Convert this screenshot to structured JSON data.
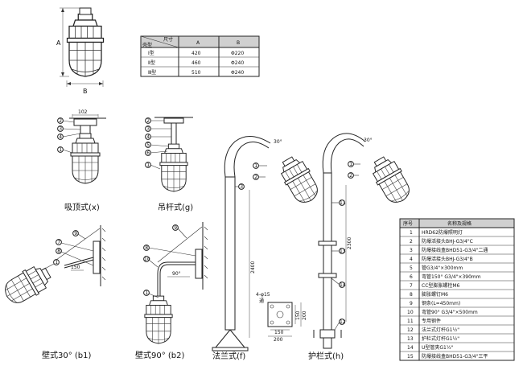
{
  "size_table": {
    "header_type": "壳型",
    "header_size": "尺寸",
    "col_a": "A",
    "col_b": "B",
    "rows": [
      {
        "type": "Ⅰ型",
        "a": "420",
        "b": "Φ220"
      },
      {
        "type": "Ⅱ型",
        "a": "460",
        "b": "Φ240"
      },
      {
        "type": "Ⅲ型",
        "a": "510",
        "b": "Φ240"
      }
    ]
  },
  "main_fixture": {
    "label_a": "A",
    "label_b": "B"
  },
  "views": [
    {
      "caption": "吸顶式(x)",
      "dim": "102"
    },
    {
      "caption": "吊杆式(g)"
    },
    {
      "caption": "壁式30° (b1)",
      "dim": "150"
    },
    {
      "caption": "壁式90° (b2)",
      "dim": "90°"
    },
    {
      "caption": "法兰式(f)",
      "height": "2400",
      "angle": "30°",
      "base_hole": "4-φ15",
      "base_hole_sub": "通",
      "base_a": "150",
      "base_b": "200",
      "base_c": "150",
      "base_d": "200"
    },
    {
      "caption": "护栏式(h)",
      "height": "2300",
      "angle": "30°"
    }
  ],
  "callouts": {
    "x": [
      "2",
      "3",
      "4",
      "1"
    ],
    "g": [
      "2",
      "3",
      "4",
      "5",
      "6",
      "1"
    ],
    "b1": [
      "7",
      "8",
      "9",
      "1"
    ],
    "b2": [
      "9",
      "8",
      "10",
      "1"
    ],
    "f": [
      "1",
      "2",
      "3"
    ],
    "h": [
      "1",
      "2",
      "11",
      "13",
      "14",
      "12"
    ]
  },
  "parts_table": {
    "header_no": "序号",
    "header_name": "名称及规格",
    "rows": [
      {
        "no": "1",
        "name": "HRD62防爆照明灯"
      },
      {
        "no": "2",
        "name": "防爆活接头BHJ-G3/4\"C"
      },
      {
        "no": "3",
        "name": "防爆接线盒BHD51-G3/4\"二通"
      },
      {
        "no": "4",
        "name": "防爆活接头BHJ-G3/4\"B"
      },
      {
        "no": "5",
        "name": "管G3/4\"×300mm"
      },
      {
        "no": "6",
        "name": "弯管150° G3/4\"×390mm"
      },
      {
        "no": "7",
        "name": "CC型膨胀螺栓M6"
      },
      {
        "no": "8",
        "name": "膨胀螺钉M6"
      },
      {
        "no": "9",
        "name": "钢条(L=450mm)"
      },
      {
        "no": "10",
        "name": "弯管90° G3/4\"×500mm"
      },
      {
        "no": "11",
        "name": "专用钢件"
      },
      {
        "no": "12",
        "name": "法兰式灯杆G1½\""
      },
      {
        "no": "13",
        "name": "护栏式灯杆G1½\""
      },
      {
        "no": "14",
        "name": "U型管夹G1½\""
      },
      {
        "no": "15",
        "name": "防爆接线盒BHD51-G3/4\"三平"
      }
    ]
  }
}
